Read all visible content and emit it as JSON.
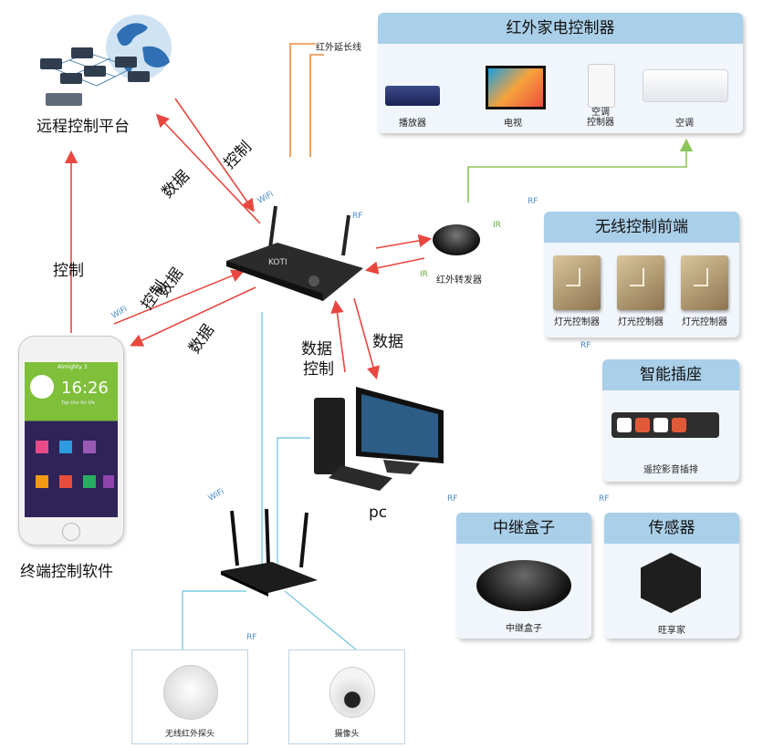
{
  "panels": {
    "ir_controller": {
      "title": "红外家电控制器",
      "items": [
        "播放器",
        "电视",
        "空调\n控制器",
        "空调"
      ]
    },
    "wireless_front": {
      "title": "无线控制前端",
      "items": [
        "灯光控制器",
        "灯光控制器",
        "灯光控制器"
      ]
    },
    "smart_socket": {
      "title": "智能插座",
      "item": "遥控影音插排"
    },
    "relay_box": {
      "title": "中继盒子",
      "item": "中继盒子"
    },
    "sensor": {
      "title": "传感器",
      "item": "旺享家"
    }
  },
  "labels": {
    "remote_platform": "远程控制平台",
    "terminal_software": "终端控制软件",
    "pc": "pc",
    "ir_extension": "红外延长线",
    "ir_repeater": "红外转发器",
    "ir_probe": "无线红外探头",
    "camera": "摄像头",
    "control_left": "控制",
    "control_upper": "控制",
    "data_upper": "数据",
    "data_mid": "数据",
    "control_mid": "控制",
    "data_lower": "数据",
    "data_pc_left": "数据",
    "control_pc_left": "控制",
    "data_pc_right": "数据"
  },
  "tags": {
    "wifi": "WiFi",
    "rf": "RF",
    "ir": "IR"
  },
  "phone": {
    "time": "16:26",
    "status_name": "Almighty 3",
    "tagline": "Tap this for life"
  },
  "colors": {
    "data_arrow": "#e8473f",
    "ir_line": "#ef8b3c",
    "green_line": "#8bc45a",
    "blue_line": "#7ecbe3",
    "panel_head": "#aacfe9"
  }
}
